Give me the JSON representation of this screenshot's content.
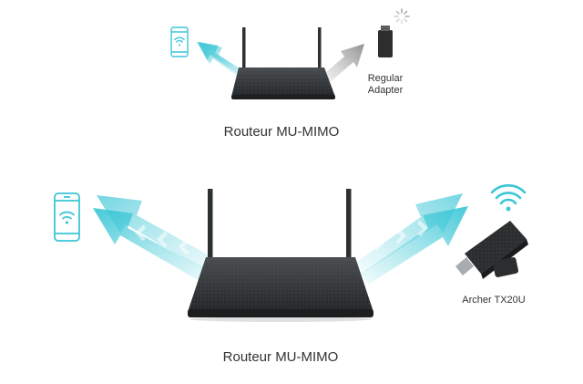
{
  "top_scene": {
    "caption": "Routeur MU-MIMO",
    "adapter_label_line1": "Regular",
    "adapter_label_line2": "Adapter",
    "phone_icon": "smartphone-wifi-icon",
    "adapter_icon": "usb-adapter-icon",
    "loading_icon": "spinner-icon"
  },
  "bottom_scene": {
    "caption": "Routeur MU-MIMO",
    "adapter_label": "Archer TX20U",
    "phone_icon": "smartphone-wifi-icon",
    "adapter_icon": "usb-adapter-icon",
    "wifi_icon": "wifi-icon"
  },
  "colors": {
    "accent_cyan": "#3cc6d6",
    "arrow_gray": "#b8b8b8",
    "router_body": "#2e3133",
    "text": "#333333"
  }
}
